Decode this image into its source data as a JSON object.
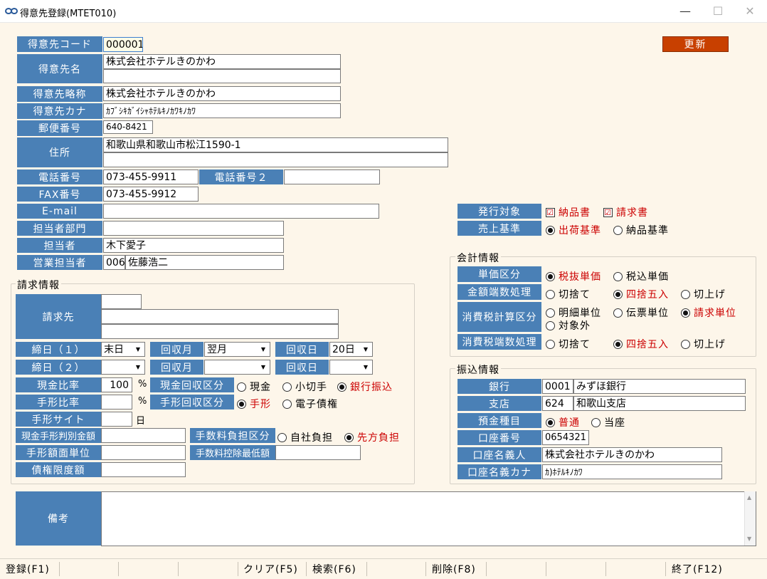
{
  "window": {
    "title": "得意先登録(MTET010)",
    "minimize": "—",
    "maximize": "☐",
    "close": "✕"
  },
  "actions": {
    "update_label": "更新"
  },
  "customer": {
    "code_label": "得意先コード",
    "code": "000001",
    "name_label": "得意先名",
    "name1": "株式会社ホテルきのかわ",
    "name2": "",
    "short_label": "得意先略称",
    "short_name": "株式会社ホテルきのかわ",
    "kana_label": "得意先カナ",
    "kana": "ｶﾌﾞｼｷｶﾞｲｼｬﾎﾃﾙｷﾉｶﾜｷﾉｶﾜ",
    "zip_label": "郵便番号",
    "zip": "640-8421",
    "address_label": "住所",
    "address1": "和歌山県和歌山市松江1590-1",
    "address2": "",
    "tel_label": "電話番号",
    "tel": "073-455-9911",
    "tel2_label": "電話番号２",
    "tel2": "",
    "fax_label": "FAX番号",
    "fax": "073-455-9912",
    "email_label": "E-mail",
    "email": "",
    "dept_label": "担当者部門",
    "dept": "",
    "person_label": "担当者",
    "person": "木下愛子",
    "sales_label": "営業担当者",
    "sales_code": "006",
    "sales_name": "佐藤浩二"
  },
  "issue": {
    "target_label": "発行対象",
    "delivery_note": "納品書",
    "delivery_checked": "☑",
    "invoice": "請求書",
    "invoice_checked": "☑",
    "sales_basis_label": "売上基準",
    "basis_shipping": "出荷基準",
    "basis_delivery": "納品基準"
  },
  "accounting": {
    "title": "会計情報",
    "unit_price_label": "単価区分",
    "tax_excl": "税抜単価",
    "tax_incl": "税込単価",
    "rounding_label": "金額端数処理",
    "round_down": "切捨て",
    "round_half": "四捨五入",
    "round_up": "切上げ",
    "tax_calc_label": "消費税計算区分",
    "per_line": "明細単位",
    "per_slip": "伝票単位",
    "per_invoice": "請求単位",
    "exempt": "対象外",
    "tax_round_label": "消費税端数処理",
    "t_round_down": "切捨て",
    "t_round_half": "四捨五入",
    "t_round_up": "切上げ"
  },
  "billing": {
    "title": "請求情報",
    "billto_label": "請求先",
    "billto_code": "",
    "billto_name1": "",
    "billto_name2": "",
    "close1_label": "締日（１）",
    "close1": "末日",
    "collect_month_label": "回収月",
    "collect_month1": "翌月",
    "collect_day_label": "回収日",
    "collect_day1": "20日",
    "close2_label": "締日（２）",
    "close2": "",
    "collect_month2": "",
    "collect_day2": "",
    "cash_ratio_label": "現金比率",
    "cash_ratio": "100",
    "percent": "%",
    "cash_kind_label": "現金回収区分",
    "cash": "現金",
    "check": "小切手",
    "bank_transfer": "銀行振込",
    "bill_ratio_label": "手形比率",
    "bill_ratio": "",
    "bill_kind_label": "手形回収区分",
    "bill": "手形",
    "e_bill": "電子債権",
    "bill_site_label": "手形サイト",
    "bill_site": "",
    "day_unit": "日",
    "cash_bill_amt_label": "現金手形判別金額",
    "cash_bill_amt": "",
    "fee_label": "手数料負担区分",
    "fee_self": "自社負担",
    "fee_other": "先方負担",
    "bill_face_label": "手形額面単位",
    "bill_face": "",
    "fee_min_label": "手数料控除最低額",
    "fee_min": "",
    "credit_limit_label": "債権限度額",
    "credit_limit": ""
  },
  "transfer": {
    "title": "振込情報",
    "bank_label": "銀行",
    "bank_code": "0001",
    "bank_name": "みずほ銀行",
    "branch_label": "支店",
    "branch_code": "624",
    "branch_name": "和歌山支店",
    "deposit_label": "預金種目",
    "ordinary": "普通",
    "current": "当座",
    "account_no_label": "口座番号",
    "account_no": "0654321",
    "holder_label": "口座名義人",
    "holder": "株式会社ホテルきのかわ",
    "holder_kana_label": "口座名義カナ",
    "holder_kana": "ｶ)ﾎﾃﾙｷﾉｶﾜ"
  },
  "remarks": {
    "label": "備考",
    "value": ""
  },
  "statusbar": {
    "f1": "登録(F1)",
    "f5": "クリア(F5)",
    "f6": "検索(F6)",
    "f8": "削除(F8)",
    "f12": "終了(F12)"
  }
}
